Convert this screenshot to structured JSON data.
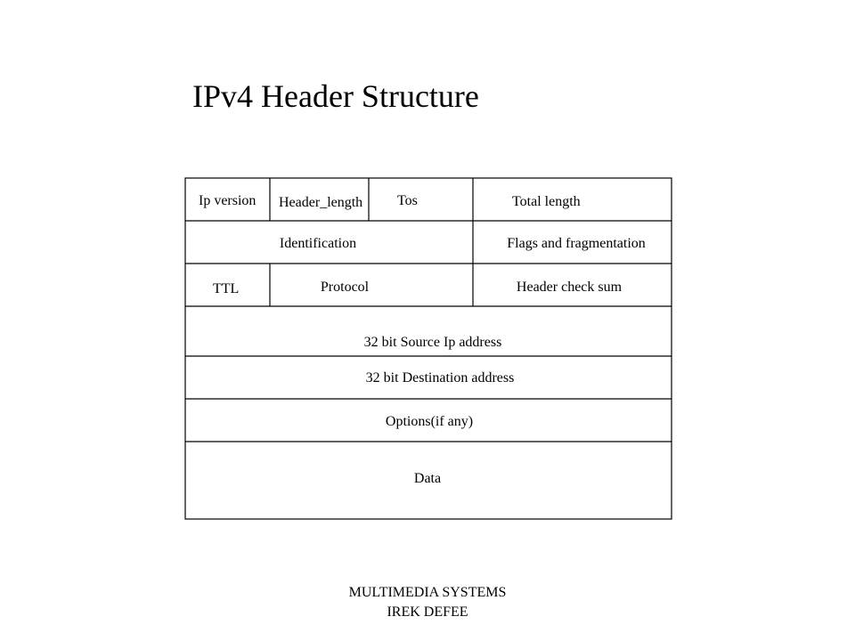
{
  "title": "IPv4 Header Structure",
  "header_fields": {
    "ip_version": "Ip version",
    "header_length": "Header_length",
    "tos": "Tos",
    "total_length": "Total length",
    "identification": "Identification",
    "flags": "Flags and fragmentation",
    "ttl": "TTL",
    "protocol": "Protocol",
    "checksum": "Header check sum",
    "source": "32 bit Source Ip address",
    "destination": "32 bit Destination address",
    "options": "Options(if any)",
    "data": "Data"
  },
  "footer": {
    "line1": "MULTIMEDIA SYSTEMS",
    "line2": "IREK DEFEE"
  }
}
